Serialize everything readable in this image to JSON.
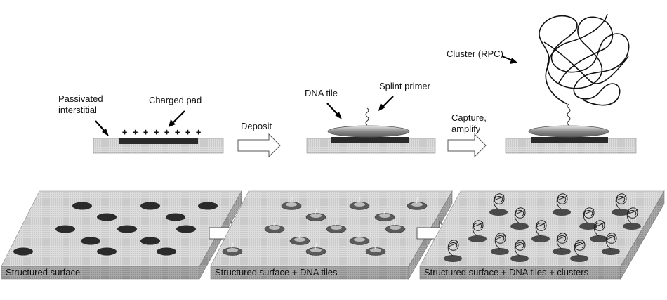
{
  "top_row": {
    "step1": {
      "passivated_label_line1": "Passivated",
      "passivated_label_line2": "interstitial",
      "charged_pad_label": "Charged pad",
      "charge_symbols": [
        "+",
        "+",
        "+",
        "+",
        "+",
        "+",
        "+",
        "+"
      ]
    },
    "arrow1_label": "Deposit",
    "step2": {
      "dna_tile_label": "DNA tile",
      "splint_primer_label": "Splint primer"
    },
    "arrow2_label_line1": "Capture,",
    "arrow2_label_line2": "amplify",
    "step3": {
      "cluster_label": "Cluster (RPC)"
    }
  },
  "bottom_row": {
    "panel1_label": "Structured surface",
    "panel2_label": "Structured surface + DNA tiles",
    "panel3_label": "Structured surface + DNA tiles + clusters"
  },
  "colors": {
    "surface": "#d6d6d6",
    "surface_side": "#9a9a9a",
    "pad": "#2a2a2a",
    "tile": "#8c8c8c",
    "arrow": "#ffffff"
  }
}
